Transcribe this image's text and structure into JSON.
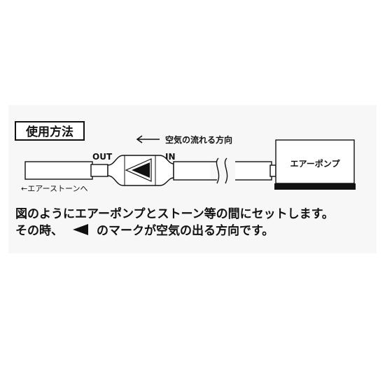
{
  "heading": "使用方法",
  "flow_label": "空気の流れる方向",
  "flow_arrow_icon": "left-arrow-icon",
  "out_label": "OUT",
  "in_label": "IN",
  "stone_label": "←エアーストーンへ",
  "pump_label": "エアーポンプ",
  "valve_icon": "left-triangle-marker-icon",
  "caption": {
    "line1": "図のようにエアーポンプとストーン等の間にセットします。",
    "line2_before": "その時、",
    "line2_after": "のマークが空気の出る方向です。"
  }
}
